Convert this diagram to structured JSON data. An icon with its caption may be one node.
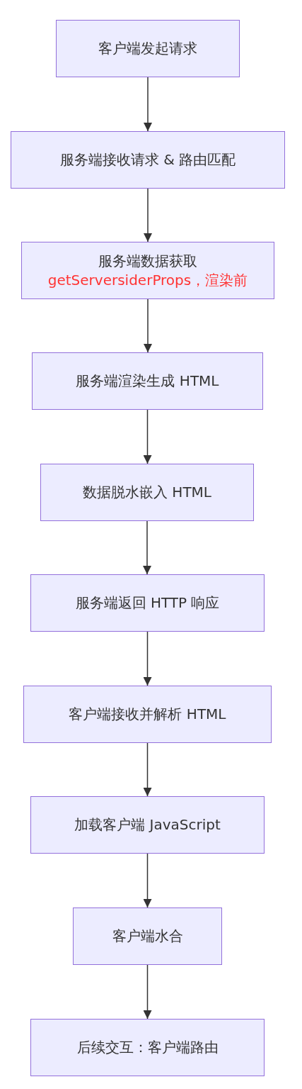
{
  "diagram": {
    "nodes": [
      {
        "text": [
          "客户端发起请求"
        ]
      },
      {
        "text": [
          "服务端接收请求 & 路由匹配"
        ]
      },
      {
        "text": [
          "服务端数据获取",
          "getServersiderProps，渲染前"
        ]
      },
      {
        "text": [
          "服务端渲染生成 HTML"
        ]
      },
      {
        "text": [
          "数据脱水嵌入 HTML"
        ]
      },
      {
        "text": [
          "服务端返回 HTTP 响应"
        ]
      },
      {
        "text": [
          "客户端接收并解析 HTML"
        ]
      },
      {
        "text": [
          "加载客户端 JavaScript"
        ]
      },
      {
        "text": [
          "客户端水合"
        ]
      },
      {
        "text": [
          "后续交互：客户端路由"
        ]
      }
    ],
    "edges": [
      {
        "from": 0,
        "to": 1,
        "arrow": "to"
      },
      {
        "from": 1,
        "to": 2,
        "arrow": "to"
      },
      {
        "from": 2,
        "to": 3,
        "arrow": "to"
      },
      {
        "from": 3,
        "to": 4,
        "arrow": "to"
      },
      {
        "from": 4,
        "to": 5,
        "arrow": "to"
      },
      {
        "from": 5,
        "to": 6,
        "arrow": "to"
      },
      {
        "from": 6,
        "to": 7,
        "arrow": "to"
      },
      {
        "from": 7,
        "to": 8,
        "arrow": "to"
      },
      {
        "from": 8,
        "to": 9,
        "arrow": "to"
      }
    ]
  }
}
